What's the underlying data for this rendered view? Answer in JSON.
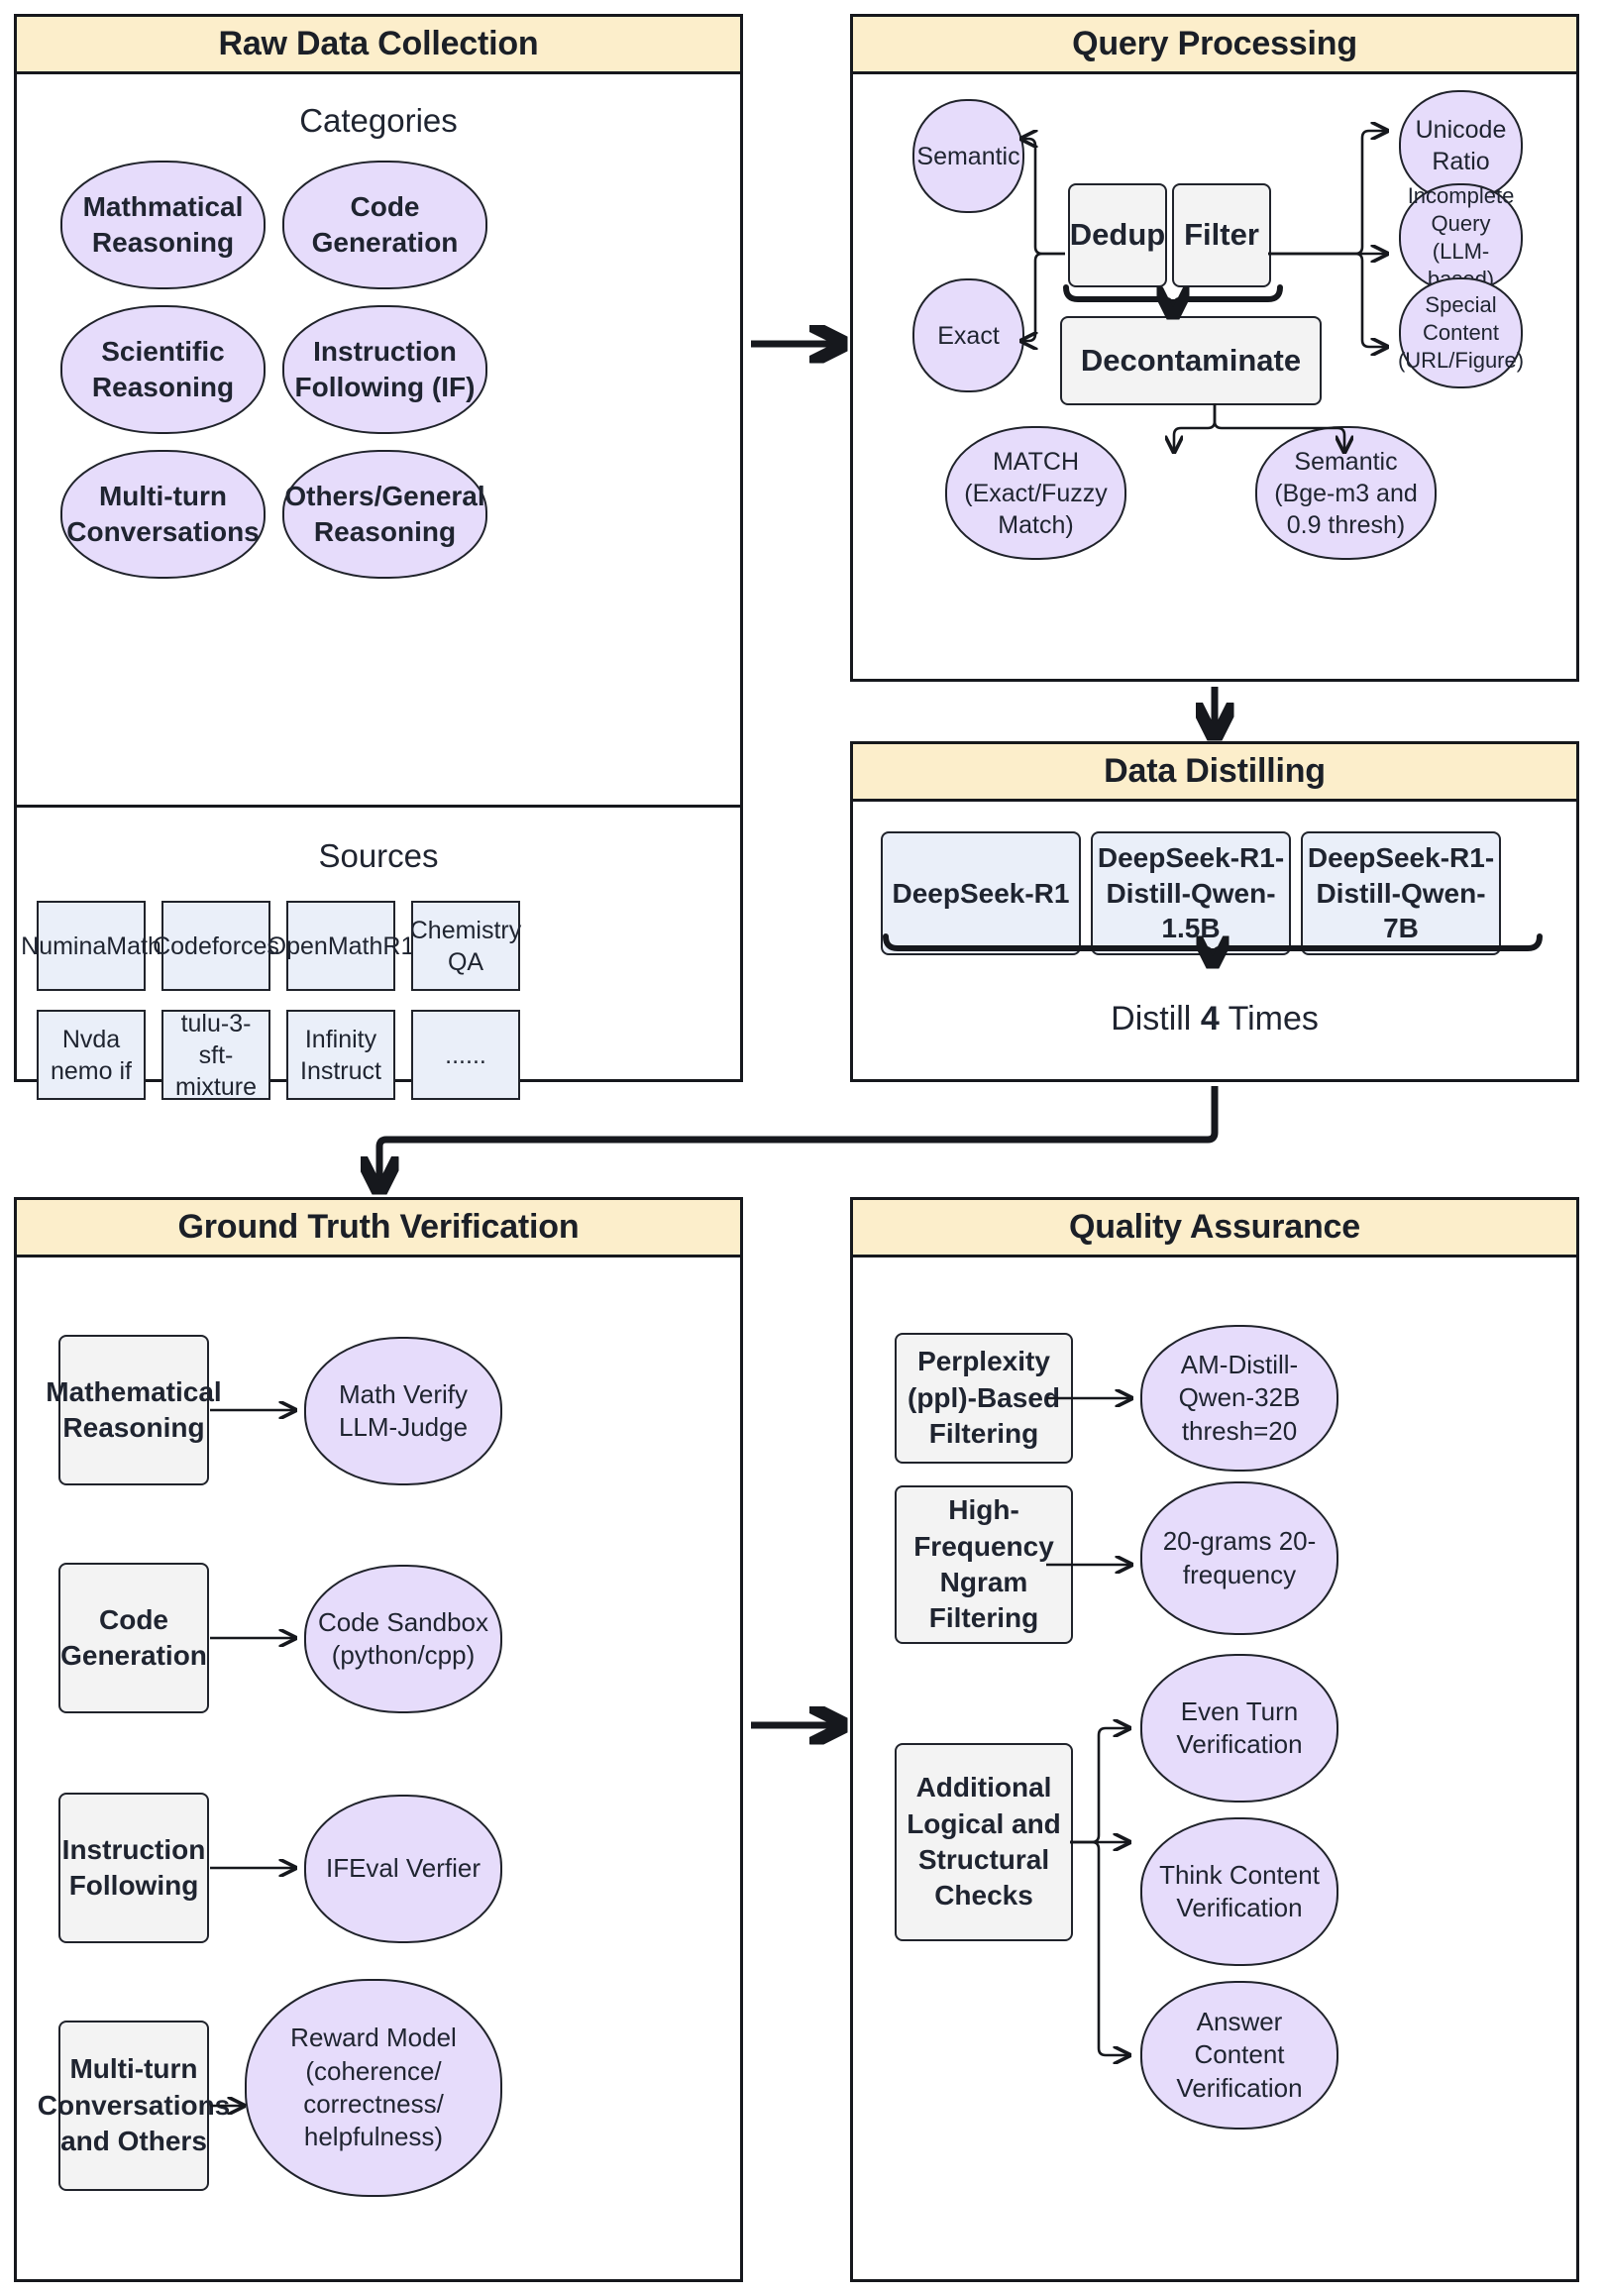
{
  "panels": {
    "raw": {
      "title": "Raw Data Collection",
      "categories_title": "Categories",
      "categories": [
        "Mathmatical Reasoning",
        "Code Generation",
        "Scientific Reasoning",
        "Instruction Following (IF)",
        "Multi-turn Conversations",
        "Others/General Reasoning"
      ],
      "sources_title": "Sources",
      "sources": [
        "NuminaMath",
        "Codeforces",
        "OpenMathR1",
        "Chemistry QA",
        "Nvda nemo if",
        "tulu-3-sft-mixture",
        "Infinity Instruct",
        "......"
      ]
    },
    "query": {
      "title": "Query Processing",
      "dedup": "Dedup",
      "filter": "Filter",
      "decontaminate": "Decontaminate",
      "dedup_outputs": [
        "Semantic",
        "Exact"
      ],
      "filter_outputs": [
        "Unicode Ratio",
        "Incomplete Query (LLM-based)",
        "Special Content (URL/Figure)"
      ],
      "decontaminate_outputs": [
        "MATCH (Exact/Fuzzy Match)",
        "Semantic (Bge-m3 and 0.9 thresh)"
      ]
    },
    "distill": {
      "title": "Data Distilling",
      "models": [
        "DeepSeek-R1",
        "DeepSeek-R1-Distill-Qwen-1.5B",
        "DeepSeek-R1-Distill-Qwen-7B"
      ],
      "footer_prefix": "Distill ",
      "footer_count": "4",
      "footer_suffix": " Times"
    },
    "gtv": {
      "title": "Ground Truth Verification",
      "rows": [
        {
          "task": "Mathematical Reasoning",
          "verifier": "Math Verify LLM-Judge"
        },
        {
          "task": "Code Generation",
          "verifier": "Code Sandbox (python/cpp)"
        },
        {
          "task": "Instruction Following",
          "verifier": "IFEval Verfier"
        },
        {
          "task": "Multi-turn Conversations and Others",
          "verifier": "Reward Model (coherence/ correctness/ helpfulness)"
        }
      ]
    },
    "qa": {
      "title": "Quality Assurance",
      "rows": [
        {
          "check": "Perplexity (ppl)-Based Filtering",
          "results": [
            "AM-Distill-Qwen-32B thresh=20"
          ]
        },
        {
          "check": "High-Frequency Ngram Filtering",
          "results": [
            "20-grams 20-frequency"
          ]
        },
        {
          "check": "Additional Logical and Structural Checks",
          "results": [
            "Even Turn Verification",
            "Think Content Verification",
            "Answer Content Verification"
          ]
        }
      ]
    }
  },
  "colors": {
    "header_bg": "#fceecb",
    "pill_bg": "#e6dcfb",
    "process_bg": "#f3f3f3",
    "source_bg": "#eaeff9",
    "stroke": "#16181d"
  }
}
